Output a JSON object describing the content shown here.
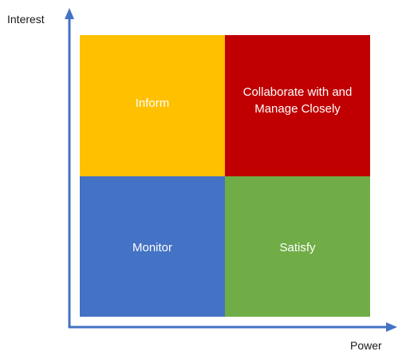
{
  "axes": {
    "y_label": "Interest",
    "x_label": "Power",
    "color": "#4472C4"
  },
  "quadrants": {
    "inform": {
      "label": "Inform",
      "color": "#FFC000"
    },
    "collaborate": {
      "label": "Collaborate with and Manage Closely",
      "color": "#C00000"
    },
    "monitor": {
      "label": "Monitor",
      "color": "#4472C4"
    },
    "satisfy": {
      "label": "Satisfy",
      "color": "#70AD47"
    }
  }
}
